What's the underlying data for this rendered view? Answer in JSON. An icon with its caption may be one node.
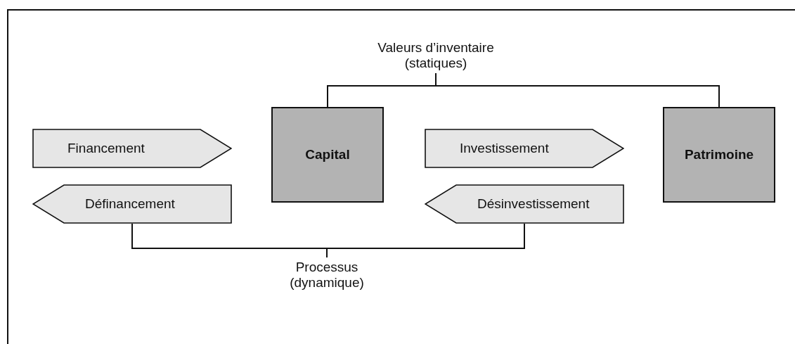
{
  "diagram": {
    "nodes": [
      {
        "text": [
          "Valeurs d’inventaire (statiques)"
        ]
      },
      {
        "text": [
          "Financement"
        ]
      },
      {
        "text": [
          "Capital"
        ]
      },
      {
        "text": [
          "Investissement"
        ]
      },
      {
        "text": [
          "Patrimoine"
        ]
      },
      {
        "text": [
          "Définancement"
        ]
      },
      {
        "text": [
          "Désinvestissement"
        ]
      },
      {
        "text": [
          "Processus (dynamique)"
        ]
      }
    ],
    "edges": [
      {
        "from": 0,
        "to": 2,
        "arrow": "none"
      },
      {
        "from": 0,
        "to": 4,
        "arrow": "none"
      },
      {
        "from": 7,
        "to": 5,
        "arrow": "none"
      },
      {
        "from": 7,
        "to": 6,
        "arrow": "none"
      }
    ]
  }
}
